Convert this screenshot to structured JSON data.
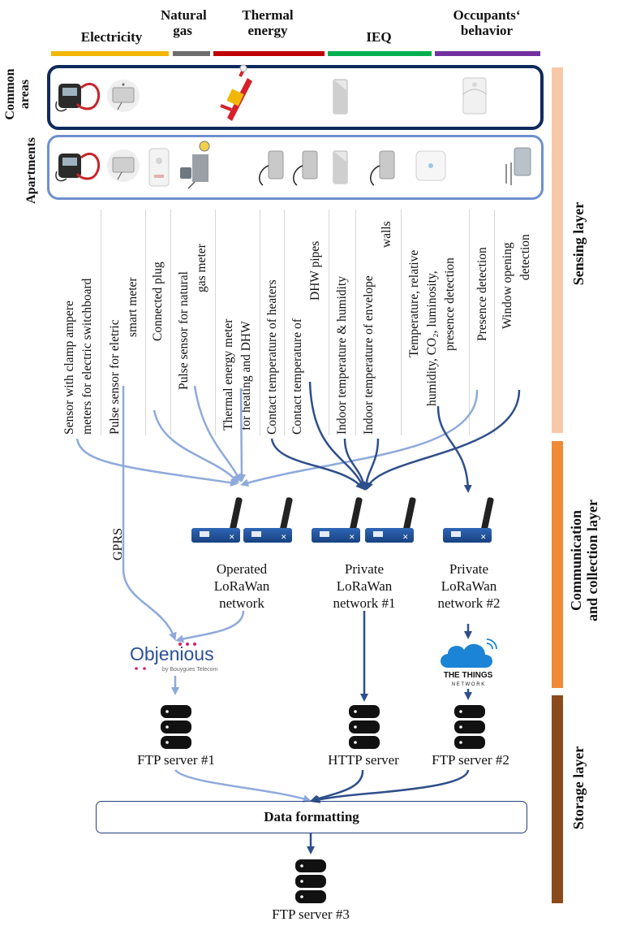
{
  "categories": [
    {
      "label": "Electricity",
      "color": "#f2b705"
    },
    {
      "label": "Natural gas",
      "color": "#6d6d6d"
    },
    {
      "label": "Thermal energy",
      "color": "#c00000"
    },
    {
      "label": "IEQ",
      "color": "#00b050"
    },
    {
      "label": "Occupants‘ behavior",
      "color": "#7030a0"
    }
  ],
  "zones": {
    "common_areas": "Common areas",
    "apartments": "Apartments"
  },
  "sensors": [
    {
      "line1": "Sensor with clamp ampere",
      "line2": "meters for electric switchboard"
    },
    {
      "line1": "Pulse sensor for eletric",
      "line2": "smart meter"
    },
    {
      "line1": "Connected plug",
      "line2": ""
    },
    {
      "line1": "Pulse sensor for natural",
      "line2": "gas meter"
    },
    {
      "line1": "Thermal energy meter",
      "line2": "for heating and DHW"
    },
    {
      "line1": "Contact temperature of heaters",
      "line2": ""
    },
    {
      "line1": "Contact temperature of",
      "line2": "DHW pipes"
    },
    {
      "line1": "Indoor temperature & humidity",
      "line2": ""
    },
    {
      "line1": "Indoor temperature of envelope",
      "line2": "walls"
    },
    {
      "line1": "Temperature, relative",
      "line2": "humidity, CO₂, luminosity,",
      "line3": "presence detection"
    },
    {
      "line1": "Presence detection",
      "line2": ""
    },
    {
      "line1": "Window opening",
      "line2": "detection"
    }
  ],
  "gprs": "GPRS",
  "networks": [
    {
      "line1": "Operated",
      "line2": "LoRaWan",
      "line3": "network"
    },
    {
      "line1": "Private",
      "line2": "LoRaWan",
      "line3": "network #1"
    },
    {
      "line1": "Private",
      "line2": "LoRaWan",
      "line3": "network #2"
    }
  ],
  "providers": {
    "objenious": "Objenious",
    "objenious_sub": "by Bouygues Telecom",
    "ttn1": "THE THINGS",
    "ttn2": "N E T W O R K"
  },
  "servers": {
    "ftp1": "FTP server #1",
    "http": "HTTP server",
    "ftp2": "FTP server #2",
    "ftp3": "FTP server #3"
  },
  "data_formatting": "Data formatting",
  "layers": [
    {
      "label": "Sensing layer",
      "color": "#f8c9a8"
    },
    {
      "line1": "Communication",
      "line2": "and collection layer",
      "color": "#ef8a36"
    },
    {
      "label": "Storage layer",
      "color": "#8a4a1c"
    }
  ],
  "colors": {
    "light_blue": "#8eaadb",
    "dark_blue": "#2f4f8a",
    "navy": "#0f2a5c",
    "frame_light": "#6f8fcf"
  }
}
